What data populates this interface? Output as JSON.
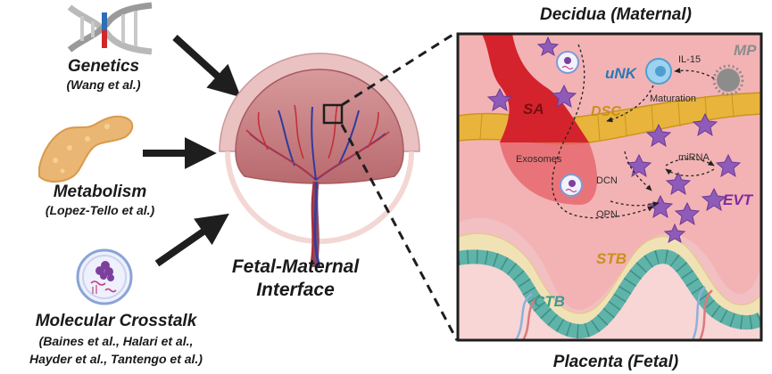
{
  "inputs": {
    "genetics": {
      "title": "Genetics",
      "citation": "(Wang et al.)"
    },
    "metabolism": {
      "title": "Metabolism",
      "citation": "(Lopez-Tello et al.)"
    },
    "crosstalk": {
      "title": "Molecular Crosstalk",
      "citation_line1": "(Baines et al., Halari et al.,",
      "citation_line2": "Hayder et al., Tantengo et al.)"
    }
  },
  "center": {
    "line1": "Fetal-Maternal",
    "line2": "Interface"
  },
  "inset": {
    "top_label": "Decidua (Maternal)",
    "bottom_label": "Placenta (Fetal)",
    "labels": {
      "sa": "SA",
      "dsc": "DSC",
      "unk": "uNK",
      "mp": "MP",
      "evt": "EVT",
      "stb": "STB",
      "ctb": "CTB"
    },
    "small_labels": {
      "il15": "IL-15",
      "maturation": "Maturation",
      "exosomes": "Exosomes",
      "dcn": "DCN",
      "mirna": "miRNA",
      "opn": "OPN"
    }
  },
  "colors": {
    "artery_red": "#c8202a",
    "decidua_bg": "#f2b2b3",
    "dsc_yellow": "#e8b43c",
    "evt_purple": "#8f5bb8",
    "stb_beige": "#f1e2b5",
    "ctb_teal": "#5fb3a8",
    "unk_blue": "#9fd2ef",
    "label_red": "#b4161c",
    "label_gold": "#c8901c",
    "label_purple": "#7a2ea0",
    "label_blue": "#2a78b8",
    "label_teal": "#3d9a8e"
  }
}
